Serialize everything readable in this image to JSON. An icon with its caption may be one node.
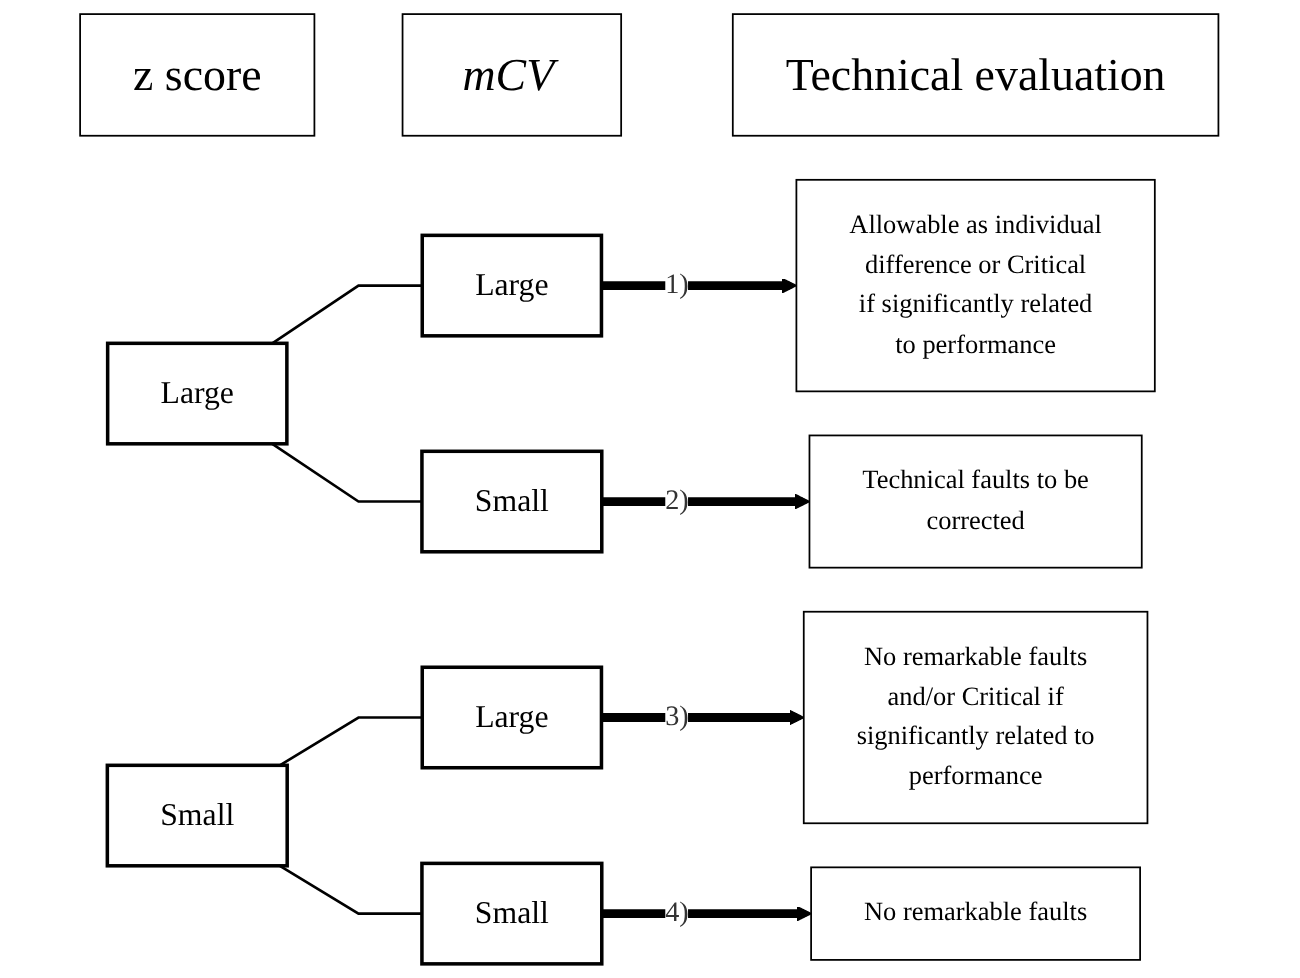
{
  "diagram": {
    "nodes": [
      {
        "text": [
          "z score"
        ]
      },
      {
        "text": [
          "mCV"
        ]
      },
      {
        "text": [
          "Technical evaluation"
        ]
      },
      {
        "text": [
          "Large"
        ]
      },
      {
        "text": [
          "Large"
        ]
      },
      {
        "text": [
          "Allowable as individual difference or Critical if significantly related to performance"
        ]
      },
      {
        "text": [
          "Small"
        ]
      },
      {
        "text": [
          "Technical faults to be corrected"
        ]
      },
      {
        "text": [
          "Small"
        ]
      },
      {
        "text": [
          "Large"
        ]
      },
      {
        "text": [
          "No remarkable faults and/or Critical if significantly related to performance"
        ]
      },
      {
        "text": [
          "Small"
        ]
      },
      {
        "text": [
          "No remarkable faults"
        ]
      }
    ],
    "edges": [
      {
        "from": 3,
        "to": 4,
        "arrow": "none"
      },
      {
        "from": 3,
        "to": 6,
        "arrow": "none"
      },
      {
        "from": 4,
        "to": 5,
        "arrow": "to",
        "label": "1)",
        "style": "thick"
      },
      {
        "from": 6,
        "to": 7,
        "arrow": "to",
        "label": "2)",
        "style": "thick"
      },
      {
        "from": 8,
        "to": 9,
        "arrow": "none"
      },
      {
        "from": 8,
        "to": 11,
        "arrow": "none"
      },
      {
        "from": 9,
        "to": 10,
        "arrow": "to",
        "label": "3)",
        "style": "thick"
      },
      {
        "from": 11,
        "to": 12,
        "arrow": "to",
        "label": "4)",
        "style": "thick"
      }
    ]
  }
}
